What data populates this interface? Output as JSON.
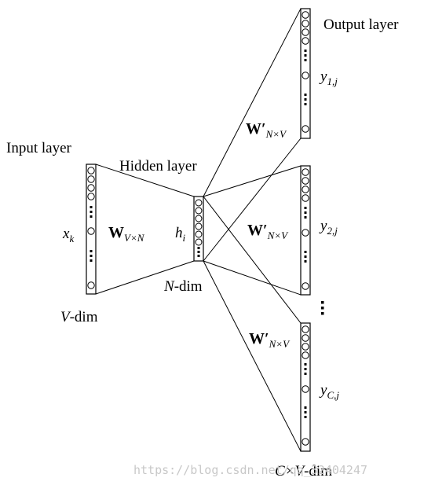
{
  "labels": {
    "input_layer": "Input layer",
    "hidden_layer": "Hidden layer",
    "output_layer": "Output layer",
    "x": "x",
    "x_sub": "k",
    "h": "h",
    "h_sub": "i",
    "W_in": "W",
    "W_in_sub": "V×N",
    "W_out": "W′",
    "W_out_sub": "N×V",
    "y1": "y",
    "y1_sub": "1,j",
    "y2": "y",
    "y2_sub": "2,j",
    "yC": "y",
    "yC_sub": "C,j",
    "v_dim_var": "V",
    "v_dim_rest": "-dim",
    "n_dim_var": "N",
    "n_dim_rest": "-dim",
    "cv_dim_var": "C×V",
    "cv_dim_rest": "-dim"
  },
  "watermark": "https://blog.csdn.net/qq_32404247"
}
